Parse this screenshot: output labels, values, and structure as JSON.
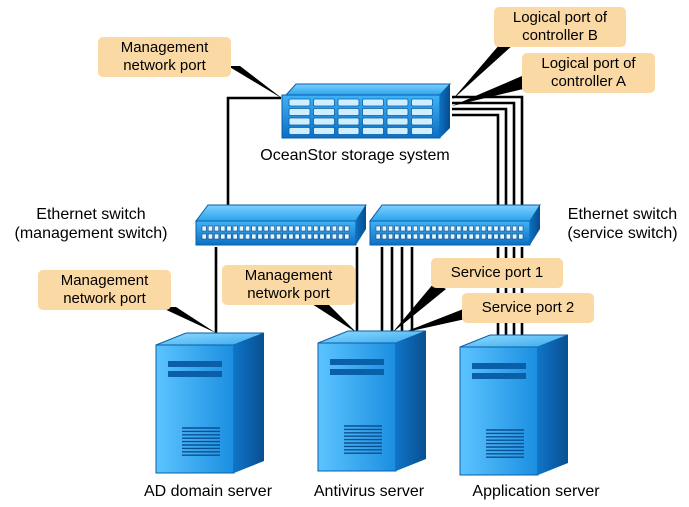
{
  "storage": {
    "name": "OceanStor storage system"
  },
  "switches": {
    "management": {
      "line1": "Ethernet switch",
      "line2": "(management switch)"
    },
    "service": {
      "line1": "Ethernet switch",
      "line2": "(service switch)"
    }
  },
  "servers": {
    "ad": "AD domain server",
    "antivirus": "Antivirus server",
    "application": "Application server"
  },
  "callouts": {
    "storage_mgmt_port": {
      "line1": "Management",
      "line2": "network port"
    },
    "controller_b": {
      "line1": "Logical port of",
      "line2": "controller B"
    },
    "controller_a": {
      "line1": "Logical port of",
      "line2": "controller A"
    },
    "ad_mgmt_port": {
      "line1": "Management",
      "line2": "network port"
    },
    "antivirus_mgmt_port": {
      "line1": "Management",
      "line2": "network port"
    },
    "service_port_1": "Service port 1",
    "service_port_2": "Service port 2"
  },
  "colors": {
    "device_blue": "#1a8fdc",
    "device_dark": "#0a5fa8",
    "callout_fill": "#fad9a4",
    "line": "#000000"
  }
}
